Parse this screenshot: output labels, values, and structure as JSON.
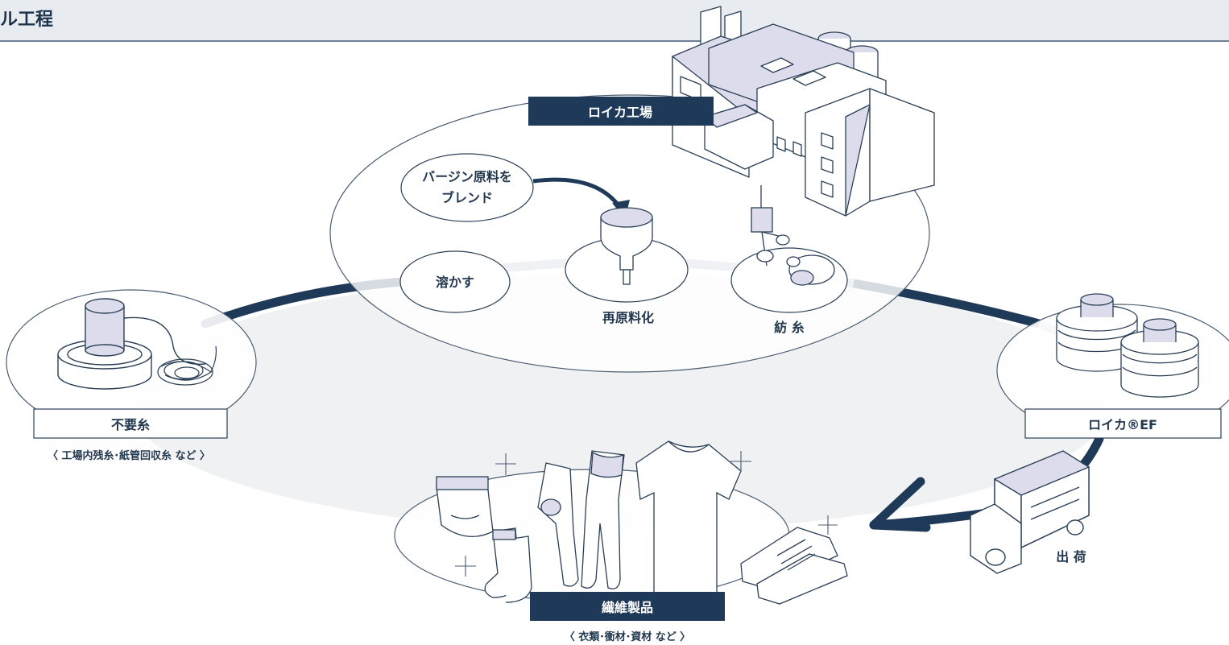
{
  "header": {
    "title": "ル工程"
  },
  "factory": {
    "label": "ロイカ工場"
  },
  "steps": {
    "blend_line1": "バージン原料を",
    "blend_line2": "ブレンド",
    "melt": "溶かす",
    "repellet": "再原料化",
    "spinning": "紡 糸"
  },
  "waste": {
    "label": "不要糸",
    "sub": "〈 工場内残糸･紙管回収糸 など 〉"
  },
  "product": {
    "label": "ロイカ®EF"
  },
  "shipping": {
    "label": "出 荷"
  },
  "textiles": {
    "label": "繊維製品",
    "sub": "〈 衣類･衝材･資材 など 〉"
  },
  "colors": {
    "navy": "#1f3a59",
    "grey": "#a9b3bf",
    "lavender": "#dcdcec",
    "line": "#2a3f56"
  }
}
